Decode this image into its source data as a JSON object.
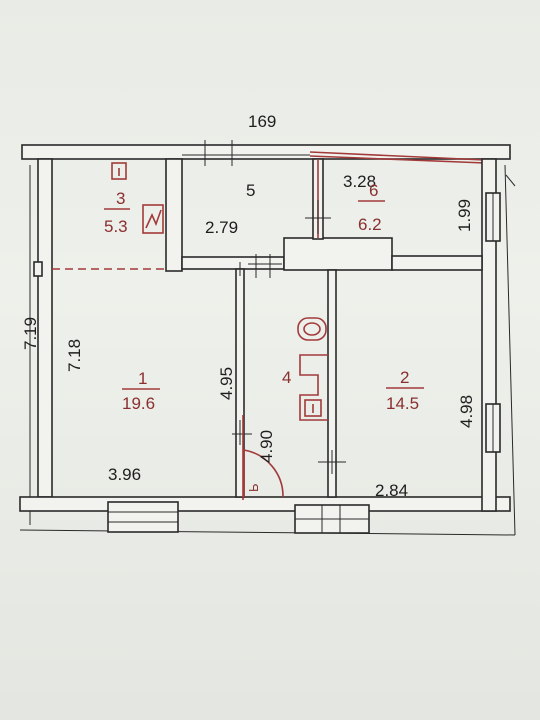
{
  "plan": {
    "top_width": "169",
    "outer_height_left": "7.19",
    "room1": {
      "number": "1",
      "area": "19.6",
      "height": "7.18",
      "width": "3.96"
    },
    "room2": {
      "number": "2",
      "area": "14.5",
      "height": "4.98",
      "width": "2.84"
    },
    "room3": {
      "number": "3",
      "area": "5.3"
    },
    "room4": {
      "number": "4"
    },
    "room5": {
      "number": "5",
      "width": "2.79"
    },
    "room6": {
      "number": "6",
      "area": "6.2",
      "width": "3.28",
      "height": "1.99"
    },
    "corridor_height": "4.95",
    "bath_height": "4.90",
    "door_label": "Ь"
  },
  "colors": {
    "ink": "#2a2a2a",
    "red": "#a23a3a",
    "paper": "#eceee9"
  }
}
